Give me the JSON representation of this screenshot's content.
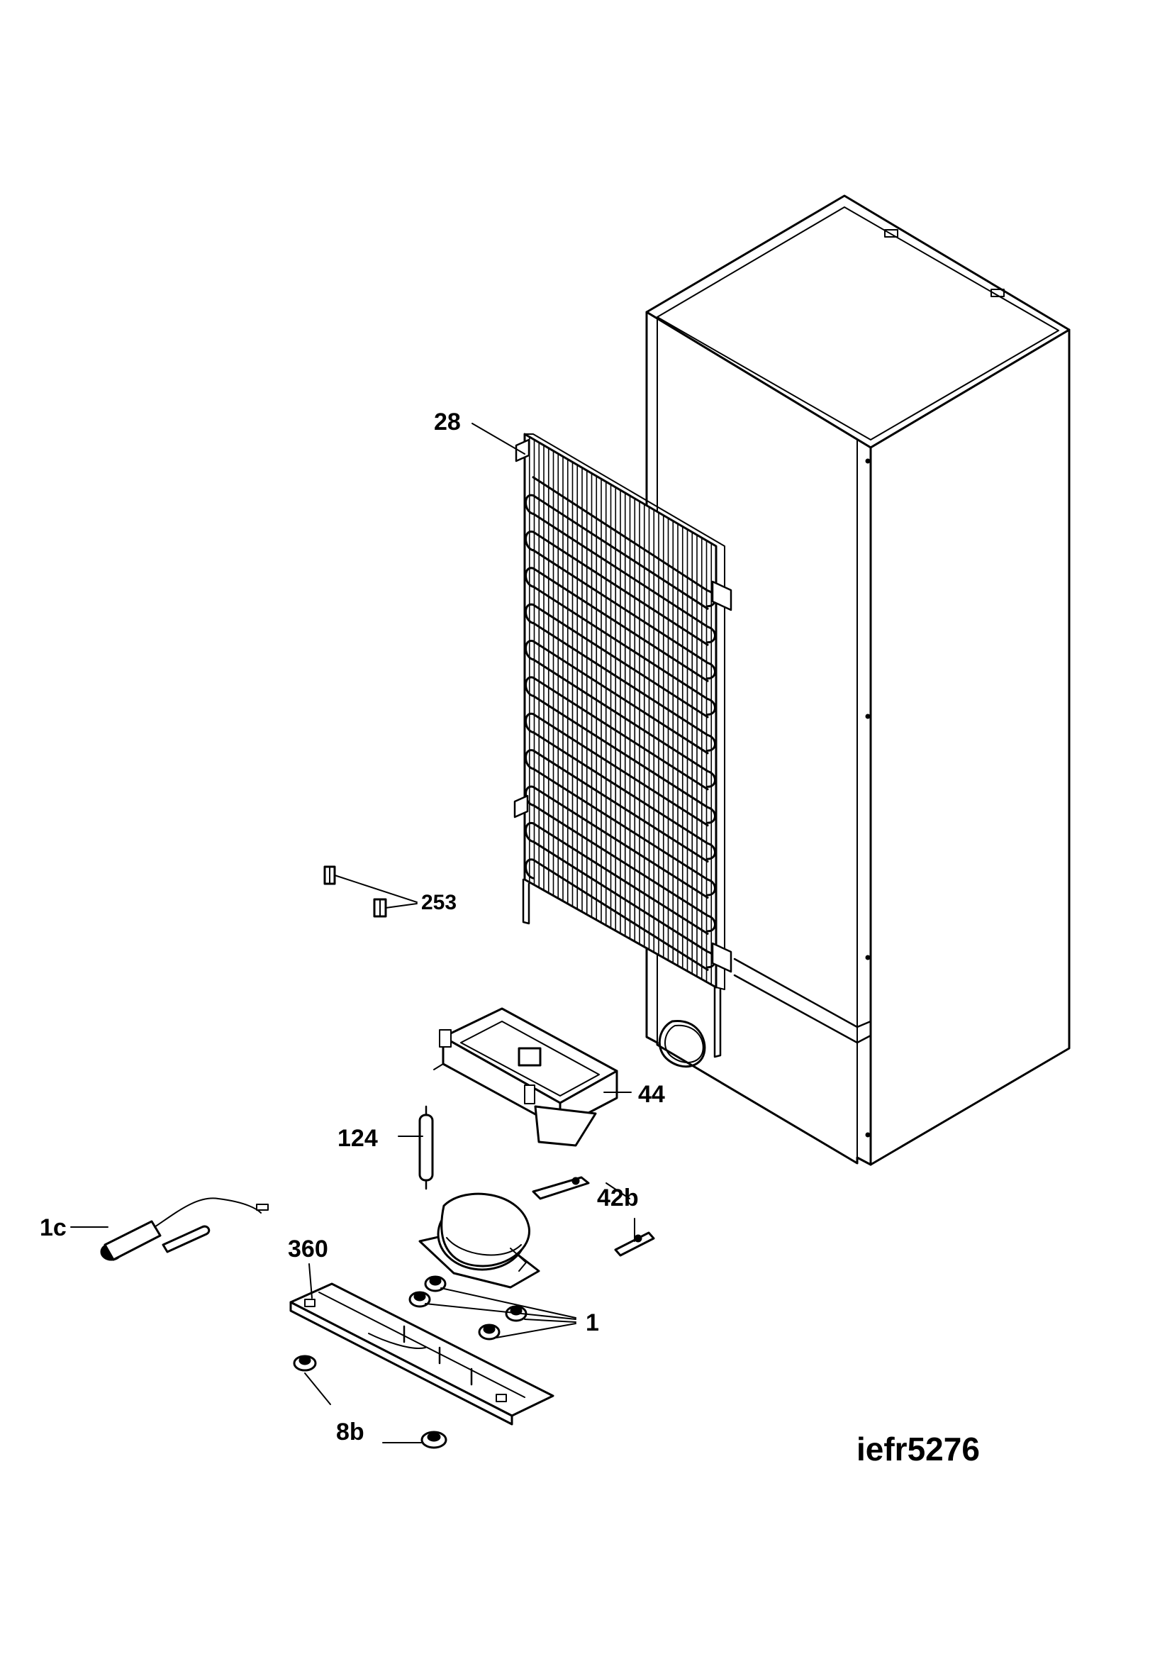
{
  "diagram": {
    "drawing_code": "iefr5276",
    "labels": {
      "condenser": "28",
      "spacer": "253",
      "drip_tray": "44",
      "filter_drier": "124",
      "compressor_bracket": "42b",
      "capacitor": "1c",
      "base_plate": "360",
      "grommets": "1",
      "feet": "8b"
    }
  }
}
